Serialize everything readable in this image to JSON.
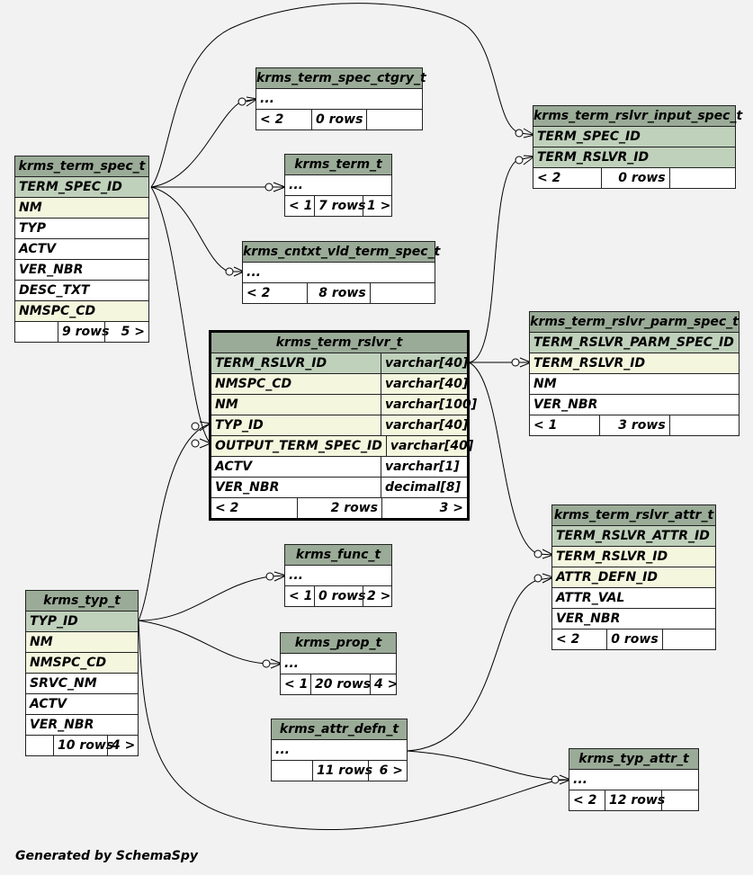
{
  "tables": {
    "spec_ctgry": {
      "name": "krms_term_spec_ctgry_t",
      "rows": [
        {
          "text": "...",
          "kind": "ell"
        }
      ],
      "foot": {
        "prev": "< 2",
        "count": "0 rows",
        "next": ""
      }
    },
    "term_spec": {
      "name": "krms_term_spec_t",
      "rows": [
        {
          "text": "TERM_SPEC_ID",
          "kind": "pk"
        },
        {
          "text": "NM",
          "kind": "fk"
        },
        {
          "text": "TYP",
          "kind": "plain"
        },
        {
          "text": "ACTV",
          "kind": "plain"
        },
        {
          "text": "VER_NBR",
          "kind": "plain"
        },
        {
          "text": "DESC_TXT",
          "kind": "plain"
        },
        {
          "text": "NMSPC_CD",
          "kind": "fk"
        }
      ],
      "foot": {
        "prev": "",
        "count": "9 rows",
        "next": "5 >"
      }
    },
    "term": {
      "name": "krms_term_t",
      "rows": [
        {
          "text": "...",
          "kind": "ell"
        }
      ],
      "foot": {
        "prev": "< 1",
        "count": "7 rows",
        "next": "1 >"
      }
    },
    "cntxt": {
      "name": "krms_cntxt_vld_term_spec_t",
      "rows": [
        {
          "text": "...",
          "kind": "ell"
        }
      ],
      "foot": {
        "prev": "< 2",
        "count": "8 rows",
        "next": ""
      }
    },
    "rslvr_input": {
      "name": "krms_term_rslvr_input_spec_t",
      "rows": [
        {
          "text": "TERM_SPEC_ID",
          "kind": "pk"
        },
        {
          "text": "TERM_RSLVR_ID",
          "kind": "pk"
        }
      ],
      "foot": {
        "prev": "< 2",
        "count": "0 rows",
        "next": ""
      }
    },
    "rslvr": {
      "name": "krms_term_rslvr_t",
      "rows": [
        {
          "text": "TERM_RSLVR_ID",
          "type": "varchar[40]",
          "kind": "pk"
        },
        {
          "text": "NMSPC_CD",
          "type": "varchar[40]",
          "kind": "fk"
        },
        {
          "text": "NM",
          "type": "varchar[100]",
          "kind": "fk"
        },
        {
          "text": "TYP_ID",
          "type": "varchar[40]",
          "kind": "fk"
        },
        {
          "text": "OUTPUT_TERM_SPEC_ID",
          "type": "varchar[40]",
          "kind": "fk"
        },
        {
          "text": "ACTV",
          "type": "varchar[1]",
          "kind": "plain"
        },
        {
          "text": "VER_NBR",
          "type": "decimal[8]",
          "kind": "plain"
        }
      ],
      "foot": {
        "prev": "< 2",
        "count": "2 rows",
        "next": "3 >"
      }
    },
    "parm_spec": {
      "name": "krms_term_rslvr_parm_spec_t",
      "rows": [
        {
          "text": "TERM_RSLVR_PARM_SPEC_ID",
          "kind": "pk"
        },
        {
          "text": "TERM_RSLVR_ID",
          "kind": "fk"
        },
        {
          "text": "NM",
          "kind": "plain"
        },
        {
          "text": "VER_NBR",
          "kind": "plain"
        }
      ],
      "foot": {
        "prev": "< 1",
        "count": "3 rows",
        "next": ""
      }
    },
    "attr": {
      "name": "krms_term_rslvr_attr_t",
      "rows": [
        {
          "text": "TERM_RSLVR_ATTR_ID",
          "kind": "pk"
        },
        {
          "text": "TERM_RSLVR_ID",
          "kind": "fk"
        },
        {
          "text": "ATTR_DEFN_ID",
          "kind": "fk"
        },
        {
          "text": "ATTR_VAL",
          "kind": "plain"
        },
        {
          "text": "VER_NBR",
          "kind": "plain"
        }
      ],
      "foot": {
        "prev": "< 2",
        "count": "0 rows",
        "next": ""
      }
    },
    "func": {
      "name": "krms_func_t",
      "rows": [
        {
          "text": "...",
          "kind": "ell"
        }
      ],
      "foot": {
        "prev": "< 1",
        "count": "0 rows",
        "next": "2 >"
      }
    },
    "typ": {
      "name": "krms_typ_t",
      "rows": [
        {
          "text": "TYP_ID",
          "kind": "pk"
        },
        {
          "text": "NM",
          "kind": "fk"
        },
        {
          "text": "NMSPC_CD",
          "kind": "fk"
        },
        {
          "text": "SRVC_NM",
          "kind": "plain"
        },
        {
          "text": "ACTV",
          "kind": "plain"
        },
        {
          "text": "VER_NBR",
          "kind": "plain"
        }
      ],
      "foot": {
        "prev": "",
        "count": "10 rows",
        "next": "4 >"
      }
    },
    "prop": {
      "name": "krms_prop_t",
      "rows": [
        {
          "text": "...",
          "kind": "ell"
        }
      ],
      "foot": {
        "prev": "< 1",
        "count": "20 rows",
        "next": "4 >"
      }
    },
    "attr_defn": {
      "name": "krms_attr_defn_t",
      "rows": [
        {
          "text": "...",
          "kind": "ell"
        }
      ],
      "foot": {
        "prev": "",
        "count": "11 rows",
        "next": "6 >"
      }
    },
    "typ_attr": {
      "name": "krms_typ_attr_t",
      "rows": [
        {
          "text": "...",
          "kind": "ell"
        }
      ],
      "foot": {
        "prev": "< 2",
        "count": "12 rows",
        "next": ""
      }
    }
  },
  "footer": {
    "generated_by": "Generated by SchemaSpy"
  }
}
